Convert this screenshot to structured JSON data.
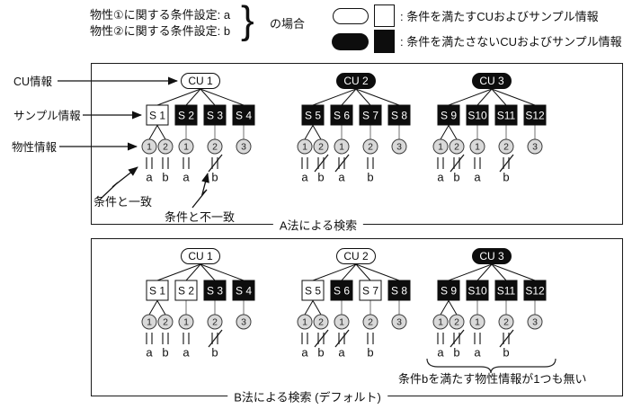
{
  "condition_note": {
    "line1": "物性①に関する条件設定: a",
    "line2": "物性②に関する条件設定: b",
    "brace": "}",
    "case_label": "の場合"
  },
  "legend": {
    "satisfy_label": ": 条件を満たすCUおよびサンプル情報",
    "unsatisfy_label": ": 条件を満たさないCUおよびサンプル情報"
  },
  "side_labels": {
    "cu": "CU情報",
    "sample": "サンプル情報",
    "property": "物性情報"
  },
  "annotations": {
    "match": "条件と一致",
    "mismatch": "条件と不一致",
    "no_match_b": "条件bを満たす物性情報が1つも無い"
  },
  "colors": {
    "ink": "#111111",
    "node_fill_dark": "#0d0d0d",
    "circle_fill": "#d9d9d9",
    "bar_gray": "#7b7b7b",
    "connector_gray": "#999999",
    "background": "#ffffff"
  },
  "panels": [
    {
      "caption": "A法による検索",
      "trees": [
        {
          "cu": {
            "label": "CU 1",
            "filled": false
          },
          "samples": [
            {
              "label": "S 1",
              "filled": false,
              "props": [
                {
                  "num": "1",
                  "letter": "a",
                  "match": true
                },
                {
                  "num": "2",
                  "letter": "b",
                  "match": true
                }
              ]
            },
            {
              "label": "S 2",
              "filled": true,
              "props": [
                {
                  "num": "1",
                  "letter": "a",
                  "match": true
                }
              ]
            },
            {
              "label": "S 3",
              "filled": true,
              "props": [
                {
                  "num": "2",
                  "letter": "b",
                  "match": false
                }
              ]
            },
            {
              "label": "S 4",
              "filled": true,
              "props": [
                {
                  "num": "3"
                }
              ]
            }
          ]
        },
        {
          "cu": {
            "label": "CU 2",
            "filled": true
          },
          "samples": [
            {
              "label": "S 5",
              "filled": true,
              "props": [
                {
                  "num": "1",
                  "letter": "a",
                  "match": true
                },
                {
                  "num": "2",
                  "letter": "b",
                  "match": false
                }
              ]
            },
            {
              "label": "S 6",
              "filled": true,
              "props": [
                {
                  "num": "1",
                  "letter": "a",
                  "match": false
                }
              ]
            },
            {
              "label": "S 7",
              "filled": true,
              "props": [
                {
                  "num": "2",
                  "letter": "b",
                  "match": true
                }
              ]
            },
            {
              "label": "S 8",
              "filled": true,
              "props": [
                {
                  "num": "3"
                }
              ]
            }
          ]
        },
        {
          "cu": {
            "label": "CU 3",
            "filled": true
          },
          "samples": [
            {
              "label": "S 9",
              "filled": true,
              "props": [
                {
                  "num": "1",
                  "letter": "a",
                  "match": true
                },
                {
                  "num": "2",
                  "letter": "b",
                  "match": false
                }
              ]
            },
            {
              "label": "S10",
              "filled": true,
              "props": [
                {
                  "num": "1",
                  "letter": "a",
                  "match": true
                }
              ]
            },
            {
              "label": "S11",
              "filled": true,
              "props": [
                {
                  "num": "2",
                  "letter": "b",
                  "match": false
                }
              ]
            },
            {
              "label": "S12",
              "filled": true,
              "props": [
                {
                  "num": "3"
                }
              ]
            }
          ]
        }
      ]
    },
    {
      "caption": "B法による検索 (デフォルト)",
      "trees": [
        {
          "cu": {
            "label": "CU 1",
            "filled": false
          },
          "samples": [
            {
              "label": "S 1",
              "filled": false,
              "props": [
                {
                  "num": "1",
                  "letter": "a",
                  "match": true
                },
                {
                  "num": "2",
                  "letter": "b",
                  "match": true
                }
              ]
            },
            {
              "label": "S 2",
              "filled": false,
              "props": [
                {
                  "num": "1",
                  "letter": "a",
                  "match": true
                }
              ]
            },
            {
              "label": "S 3",
              "filled": true,
              "props": [
                {
                  "num": "2",
                  "letter": "b",
                  "match": false
                }
              ]
            },
            {
              "label": "S 4",
              "filled": true,
              "props": [
                {
                  "num": "3"
                }
              ]
            }
          ]
        },
        {
          "cu": {
            "label": "CU 2",
            "filled": false
          },
          "samples": [
            {
              "label": "S 5",
              "filled": false,
              "props": [
                {
                  "num": "1",
                  "letter": "a",
                  "match": true
                },
                {
                  "num": "2",
                  "letter": "b",
                  "match": false
                }
              ]
            },
            {
              "label": "S 6",
              "filled": true,
              "props": [
                {
                  "num": "1",
                  "letter": "a",
                  "match": false
                }
              ]
            },
            {
              "label": "S 7",
              "filled": false,
              "props": [
                {
                  "num": "2",
                  "letter": "b",
                  "match": true
                }
              ]
            },
            {
              "label": "S 8",
              "filled": true,
              "props": [
                {
                  "num": "3"
                }
              ]
            }
          ]
        },
        {
          "cu": {
            "label": "CU 3",
            "filled": true
          },
          "samples": [
            {
              "label": "S 9",
              "filled": true,
              "props": [
                {
                  "num": "1",
                  "letter": "a",
                  "match": true
                },
                {
                  "num": "2",
                  "letter": "b",
                  "match": false
                }
              ]
            },
            {
              "label": "S10",
              "filled": true,
              "props": [
                {
                  "num": "1",
                  "letter": "a",
                  "match": true
                }
              ]
            },
            {
              "label": "S11",
              "filled": true,
              "props": [
                {
                  "num": "2",
                  "letter": "b",
                  "match": false
                }
              ]
            },
            {
              "label": "S12",
              "filled": true,
              "props": [
                {
                  "num": "3"
                }
              ]
            }
          ]
        }
      ]
    }
  ]
}
